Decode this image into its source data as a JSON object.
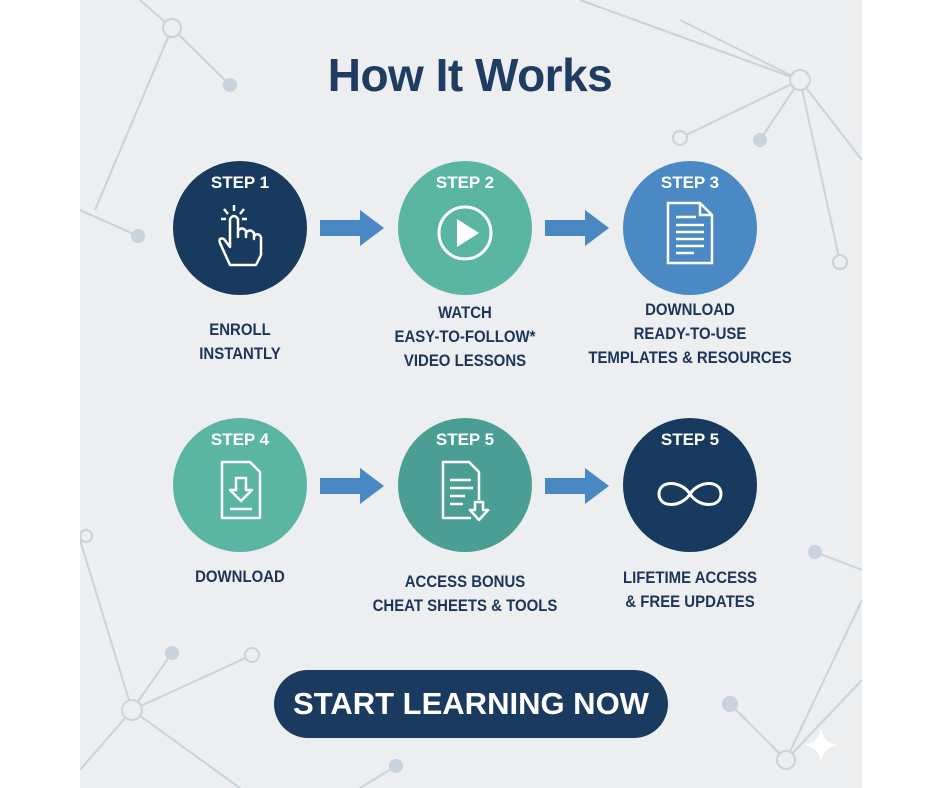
{
  "title": "How It Works",
  "steps": [
    {
      "step": "STEP 1",
      "lines": [
        "ENROLL",
        "INSTANTLY"
      ],
      "icon": "hand-pointer-icon",
      "color": "#173a5e"
    },
    {
      "step": "STEP 2",
      "lines": [
        "WATCH",
        "EASY-TO-FOLLOW*",
        "VIDEO LESSONS"
      ],
      "icon": "play-icon",
      "color": "#5bb5a3"
    },
    {
      "step": "STEP 3",
      "lines": [
        "DOWNLOAD",
        "READY-TO-USE",
        "TEMPLATES & RESOURCES"
      ],
      "icon": "document-icon",
      "color": "#4a89c3"
    },
    {
      "step": "STEP 4",
      "lines": [
        "DOWNLOAD"
      ],
      "icon": "file-download-icon",
      "color": "#5bb5a3"
    },
    {
      "step": "STEP 5",
      "lines": [
        "ACCESS BONUS",
        "CHEAT SHEETS & TOOLS"
      ],
      "icon": "document-download-icon",
      "color": "#4a9e93"
    },
    {
      "step": "STEP 5",
      "lines": [
        "LIFETIME ACCESS",
        "& FREE UPDATES"
      ],
      "icon": "infinity-icon",
      "color": "#173a5e"
    }
  ],
  "cta": "START LEARNING NOW",
  "colors": {
    "arrow": "#4a88c4",
    "text": "#1c3558"
  }
}
